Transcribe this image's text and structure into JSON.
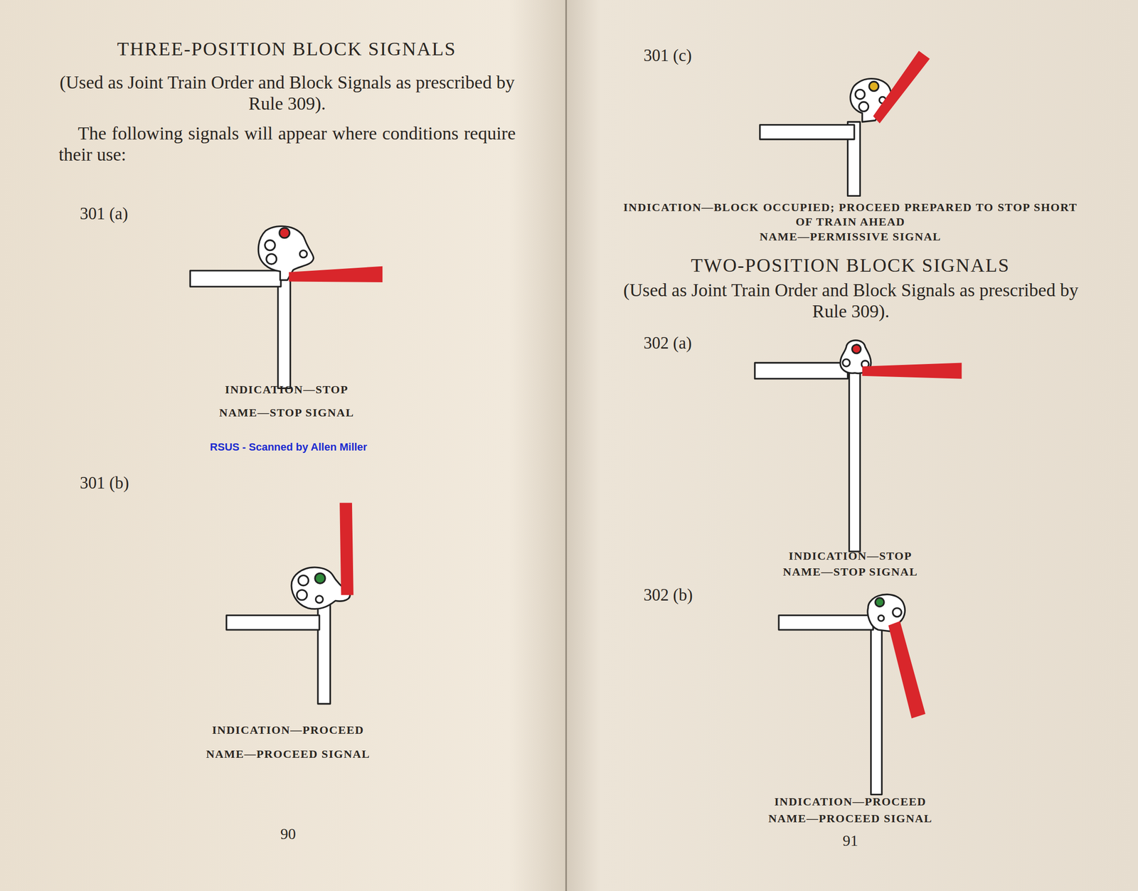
{
  "diagram": {
    "title": "THREE-POSITION BLOCK SIGNALS",
    "labels": [
      "(Used as Joint Train Order and Block Signals as prescribed by Rule 309).",
      "The following signals will appear where conditions require their use:",
      "301 (a)",
      "INDICATION—STOP",
      "NAME—STOP SIGNAL",
      "RSUS - Scanned by Allen Miller",
      "301 (b)",
      "INDICATION—PROCEED",
      "NAME—PROCEED SIGNAL",
      "90",
      "301 (c)",
      "INDICATION—BLOCK OCCUPIED; PROCEED PREPARED TO STOP SHORT OF TRAIN AHEAD",
      "NAME—PERMISSIVE SIGNAL",
      "TWO-POSITION BLOCK SIGNALS",
      "(Used as Joint Train Order and Block Signals as prescribed by Rule 309).",
      "302 (a)",
      "INDICATION—STOP",
      "NAME—STOP SIGNAL",
      "302 (b)",
      "INDICATION—PROCEED",
      "NAME—PROCEED SIGNAL",
      "91"
    ]
  }
}
